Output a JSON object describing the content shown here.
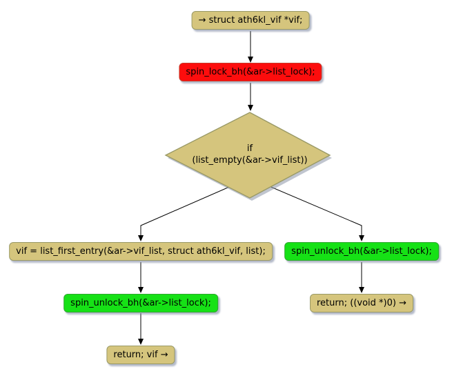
{
  "diagram": {
    "kind": "flowchart-activity-diagram",
    "nodes": {
      "entry": {
        "label": "→ struct ath6kl_vif *vif;",
        "color": "#D5C57D"
      },
      "spin_lock": {
        "label": "spin_lock_bh(&ar->list_lock);",
        "color": "#FD0D0D"
      },
      "decision": {
        "line1": "if",
        "line2": "(list_empty(&ar->vif_list))",
        "color": "#D5C57D"
      },
      "assign_vif": {
        "label": "vif = list_first_entry(&ar->vif_list, struct ath6kl_vif, list);",
        "color": "#D5C57D"
      },
      "spin_unlock_left": {
        "label": "spin_unlock_bh(&ar->list_lock);",
        "color": "#16E116"
      },
      "return_vif": {
        "label": "return; vif →",
        "color": "#D5C57D"
      },
      "spin_unlock_right": {
        "label": "spin_unlock_bh(&ar->list_lock);",
        "color": "#16E116"
      },
      "return_null": {
        "label": "return; ((void *)0) →",
        "color": "#D5C57D"
      }
    },
    "edges": [
      {
        "from": "entry",
        "to": "spin_lock"
      },
      {
        "from": "spin_lock",
        "to": "decision"
      },
      {
        "from": "decision",
        "to": "assign_vif"
      },
      {
        "from": "decision",
        "to": "spin_unlock_right"
      },
      {
        "from": "assign_vif",
        "to": "spin_unlock_left"
      },
      {
        "from": "spin_unlock_left",
        "to": "return_vif"
      },
      {
        "from": "spin_unlock_right",
        "to": "return_null"
      }
    ],
    "colors": {
      "background": "#FFFFFF",
      "action_fill": "#D5C57D",
      "action_border": "#999966",
      "lock_fill": "#FD0D0D",
      "lock_border": "#C43B2A",
      "unlock_fill": "#16E116",
      "unlock_border": "#2FA52F",
      "arrow": "#000000",
      "shadow": "#8C96A8"
    }
  }
}
